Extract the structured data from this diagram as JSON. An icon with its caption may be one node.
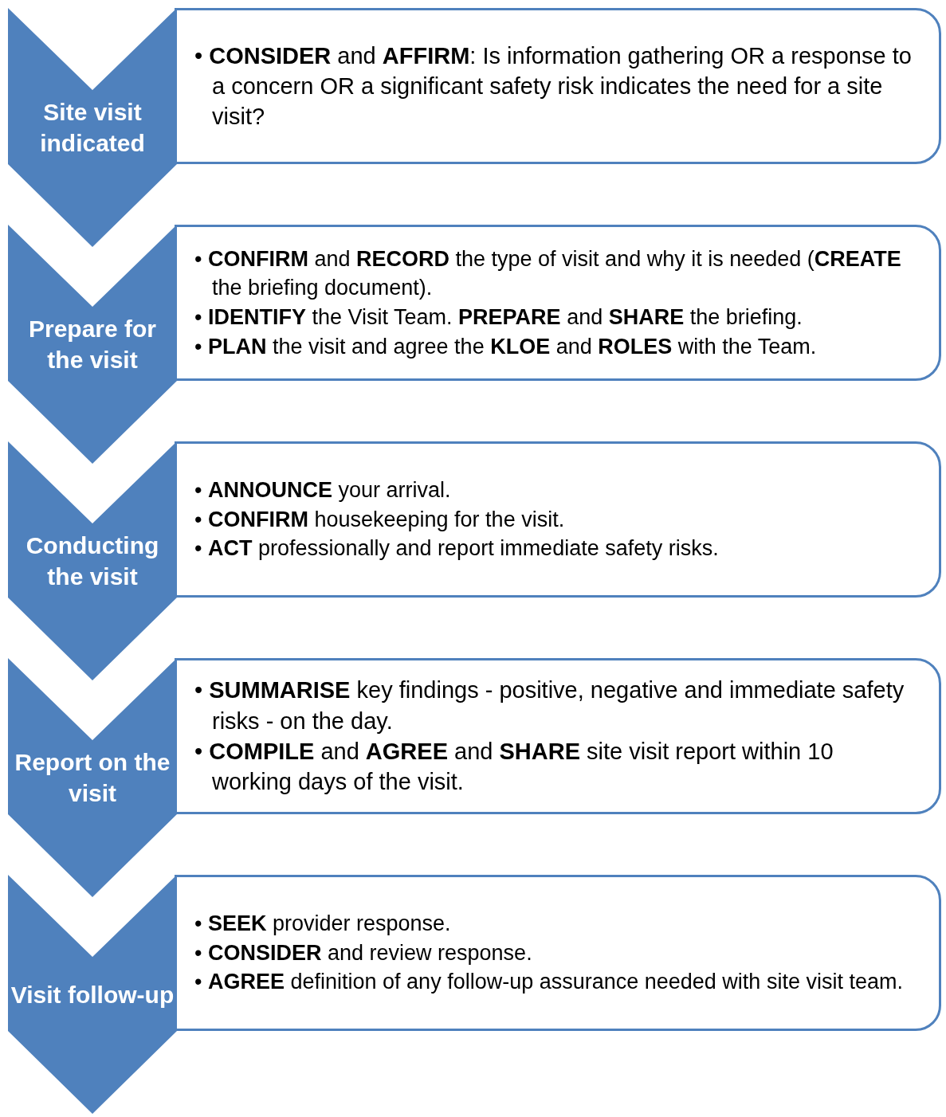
{
  "diagram": {
    "nodes": [
      {
        "text": [
          "Site visit indicated"
        ]
      },
      {
        "text": [
          "• **CONSIDER** and **AFFIRM**: Is information gathering OR a response to a concern OR a significant safety risk indicates the need for a site visit?"
        ]
      },
      {
        "text": [
          "Prepare for the visit"
        ]
      },
      {
        "text": [
          "• **CONFIRM** and **RECORD** the type of visit and why it is needed (**CREATE** the briefing document).",
          "• **IDENTIFY** the Visit Team. **PREPARE** and **SHARE** the briefing.",
          "• **PLAN** the visit and agree the **KLOE** and **ROLES** with the Team."
        ]
      },
      {
        "text": [
          "Conducting the visit"
        ]
      },
      {
        "text": [
          "• **ANNOUNCE** your arrival.",
          "• **CONFIRM** housekeeping for the visit.",
          "• **ACT** professionally and report immediate safety risks."
        ]
      },
      {
        "text": [
          "Report on the visit"
        ]
      },
      {
        "text": [
          "• **SUMMARISE** key findings - positive, negative and immediate safety risks - on the day.",
          "• **COMPILE** and **AGREE** and **SHARE** site visit report within 10 working days of the visit."
        ]
      },
      {
        "text": [
          "Visit follow-up"
        ]
      },
      {
        "text": [
          "• **SEEK** provider response.",
          "• **CONSIDER** and review response.",
          "• **AGREE** definition of any follow-up assurance needed with site visit team."
        ]
      }
    ]
  }
}
